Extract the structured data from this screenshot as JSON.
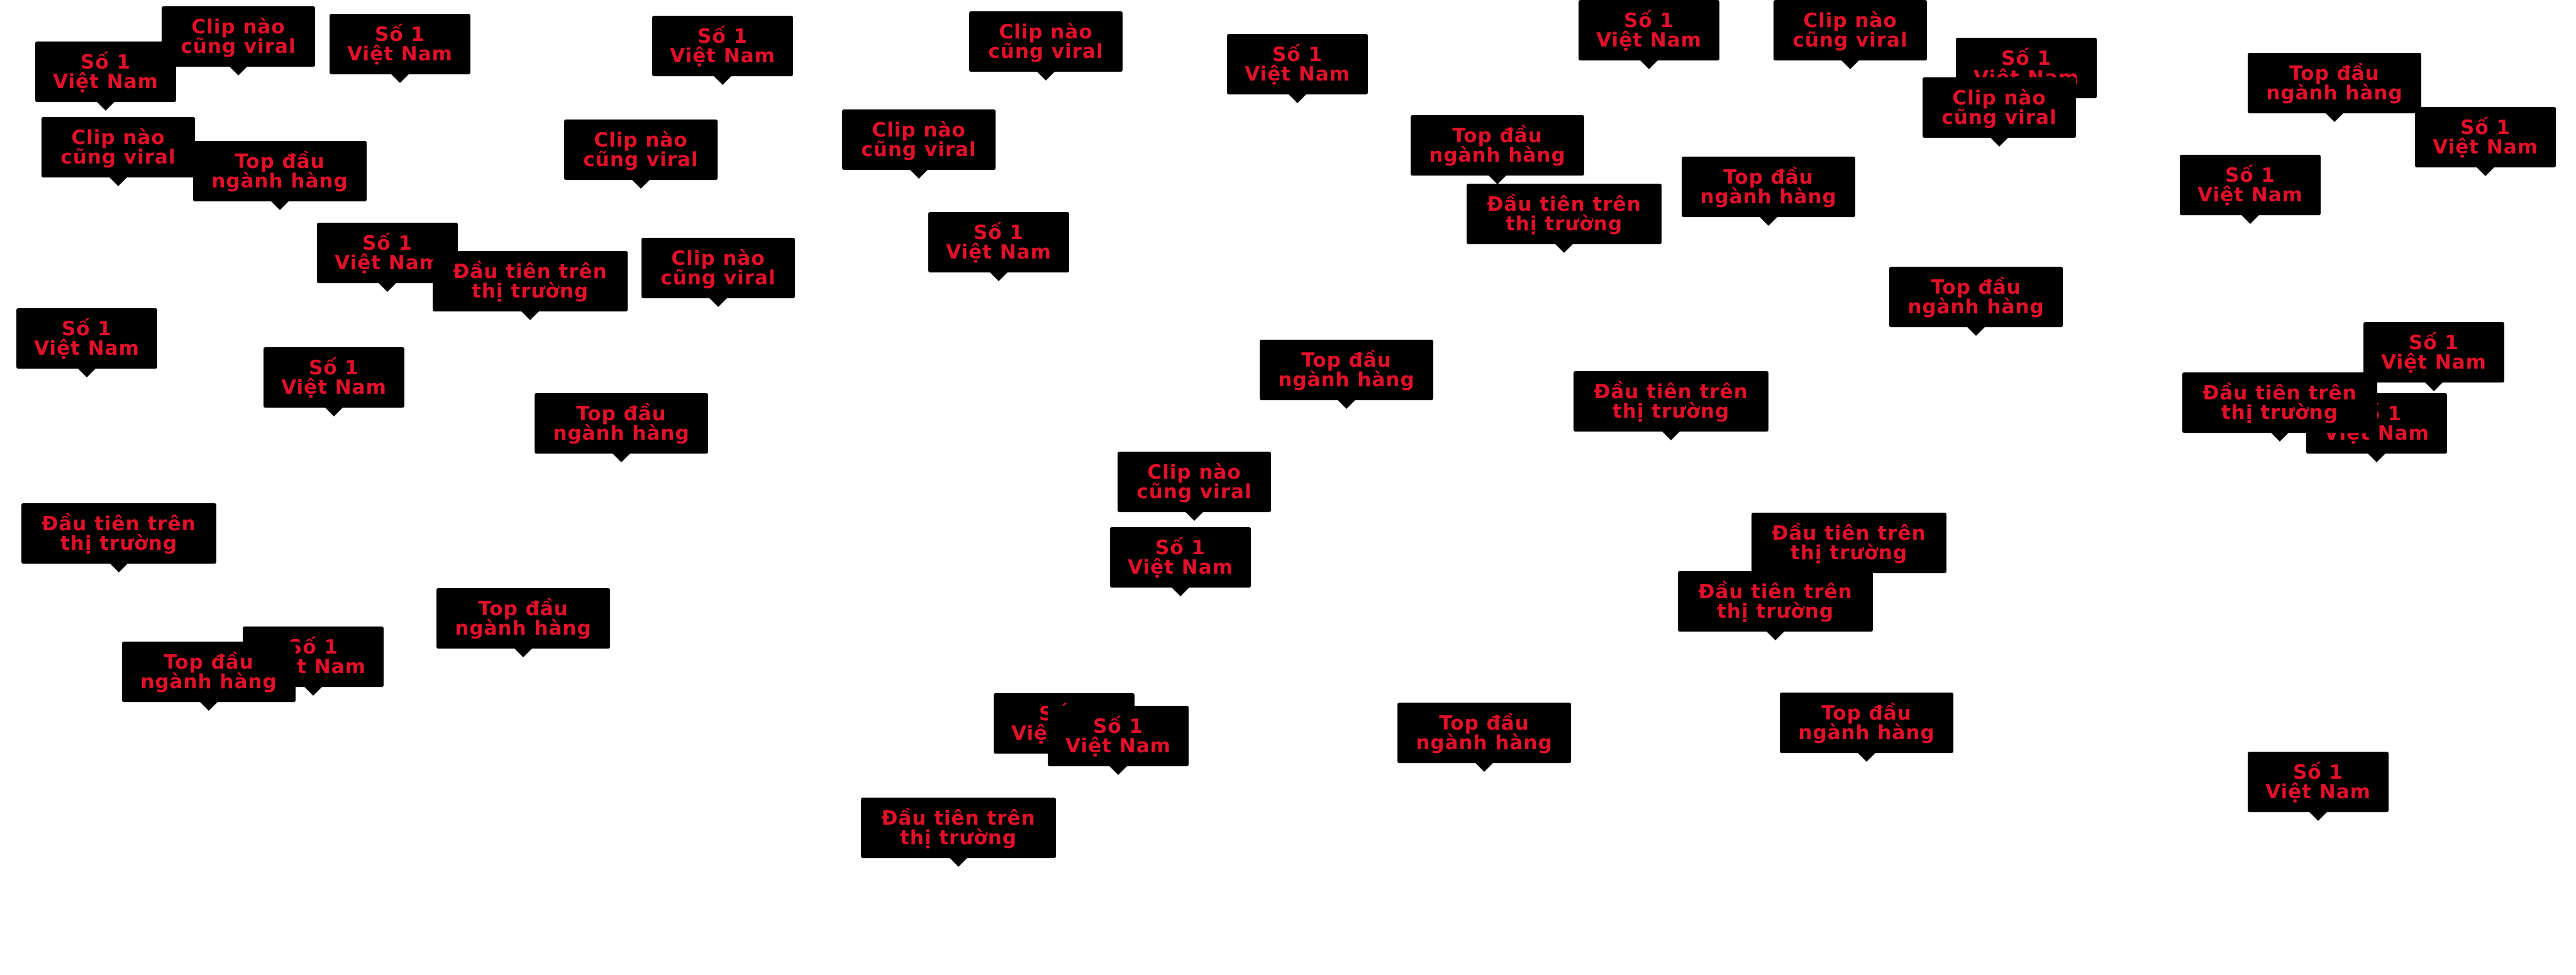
{
  "colors": {
    "background": "#ffffff",
    "badge_background": "#000000",
    "badge_text": "#e3102a"
  },
  "labels": {
    "so1": [
      "Số 1",
      "Việt Nam"
    ],
    "clip": [
      "Clip nào",
      "cũng viral"
    ],
    "top": [
      "Top đầu",
      "ngành hàng"
    ],
    "dau": [
      "Đầu tiên trên",
      "thị trường"
    ]
  }
}
